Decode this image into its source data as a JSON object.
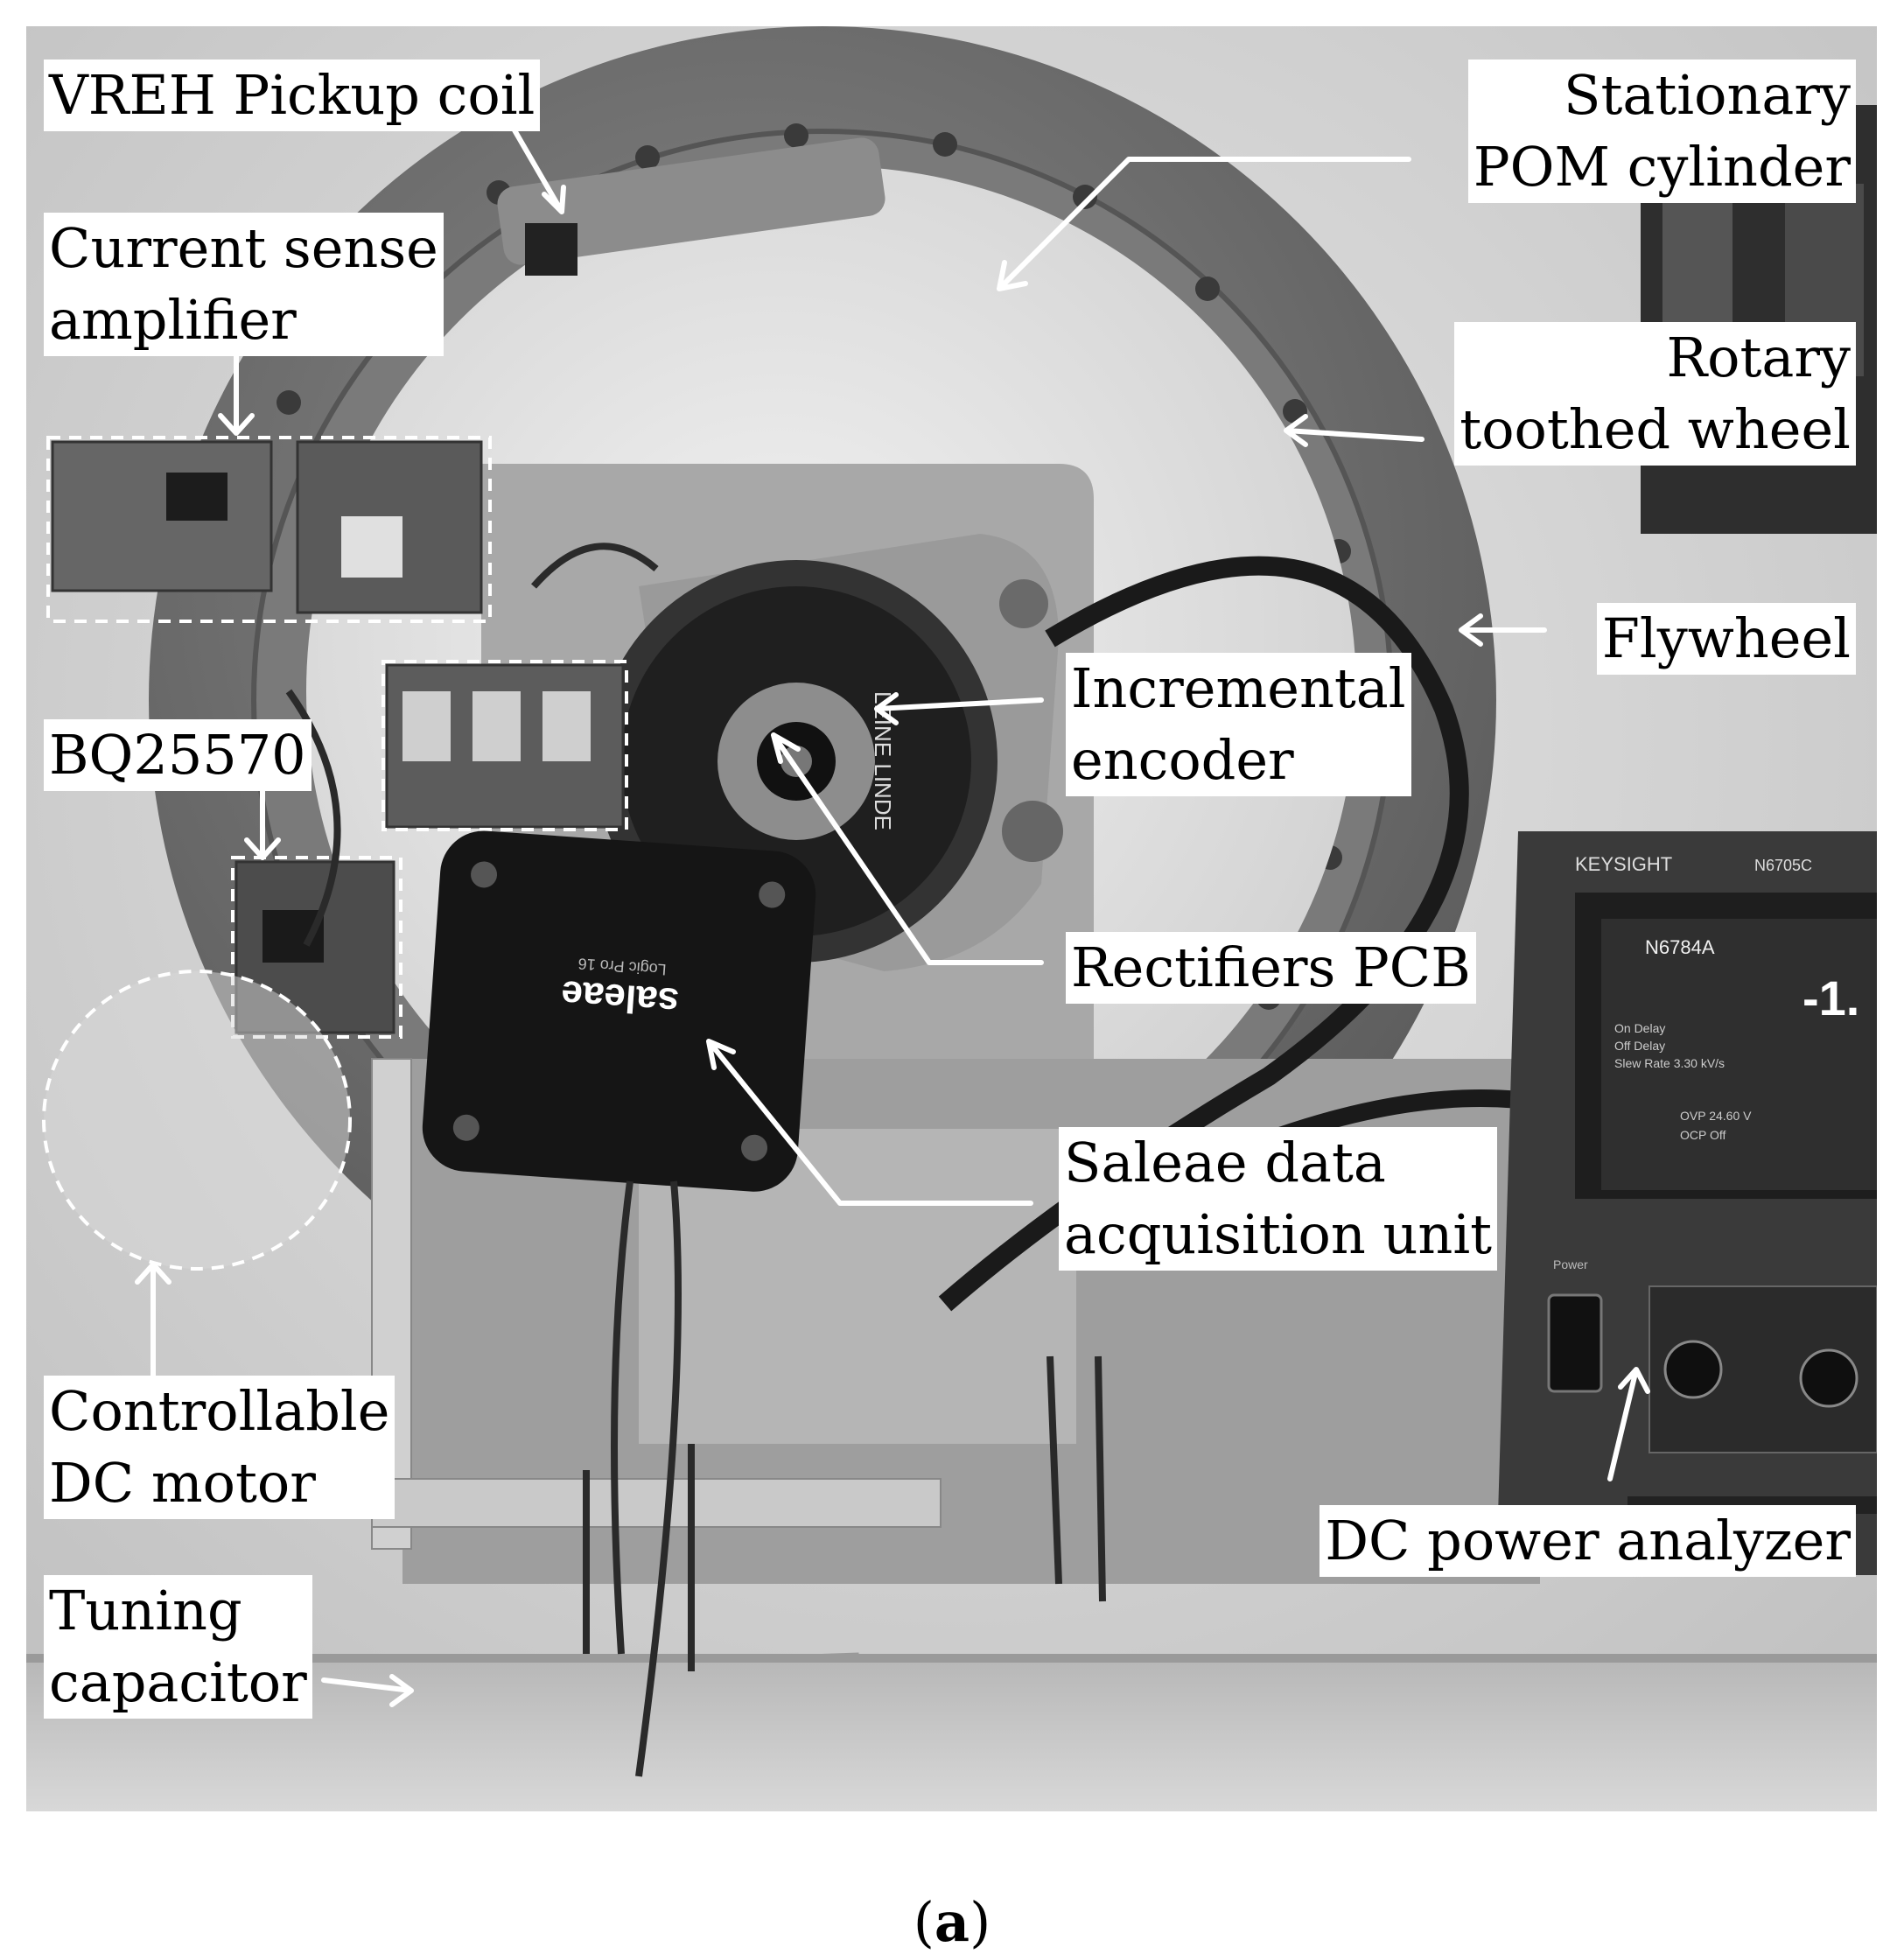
{
  "labels": {
    "vreh_pickup_coil": "VREH Pickup coil",
    "current_sense_line1": "Current sense",
    "current_sense_line2": "amplifier",
    "bq25570": "BQ25570",
    "controllable_line1": "Controllable",
    "controllable_line2": "DC motor",
    "tuning_line1": "Tuning",
    "tuning_line2": "capacitor",
    "stationary_line1": "Stationary",
    "stationary_line2": "POM cylinder",
    "rotary_line1": "Rotary",
    "rotary_line2": "toothed wheel",
    "flywheel": "Flywheel",
    "incremental_line1": "Incremental",
    "incremental_line2": "encoder",
    "rectifiers_pcb": "Rectifiers PCB",
    "saleae_line1": "Saleae data",
    "saleae_line2": "acquisition unit",
    "dc_power_analyzer": "DC power analyzer"
  },
  "device_text": {
    "encoder_brand": "LEINE LINDE",
    "daq_brand": "saleae",
    "daq_model": "Logic Pro 16",
    "analyzer_brand": "KEYSIGHT",
    "analyzer_model": "N6705C",
    "analyzer_channel": "N6784A",
    "analyzer_value": "-1.",
    "analyzer_on_delay": "On Delay",
    "analyzer_off_delay": "Off Delay",
    "analyzer_slew": "Slew Rate 3.30 kV/s",
    "analyzer_ovp": "OVP 24.60 V",
    "analyzer_ocp": "OCP Off",
    "analyzer_power": "Power"
  },
  "caption": {
    "open": "(",
    "letter": "a",
    "close": ")"
  }
}
